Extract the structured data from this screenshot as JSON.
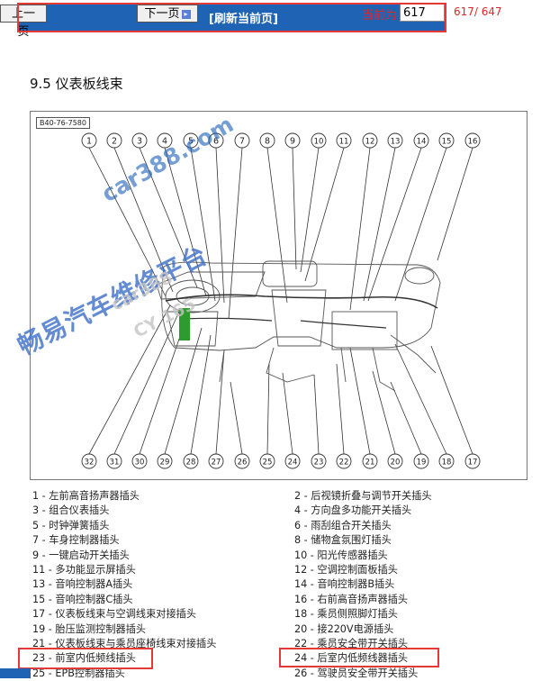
{
  "toolbar": {
    "prev_label": "上一页",
    "next_label": "下一页",
    "next_arrow": "▸",
    "refresh_label": "[刷新当前页]",
    "current_label": "当前为",
    "current_page": "617",
    "page_count": "617/ 647"
  },
  "section": {
    "title": "9.5  仪表板线束"
  },
  "diagram": {
    "code": "B40-76-7580",
    "top_callouts": [
      "1",
      "2",
      "3",
      "4",
      "5",
      "6",
      "7",
      "8",
      "9",
      "10",
      "11",
      "12",
      "13",
      "14",
      "15",
      "16"
    ],
    "bottom_callouts": [
      "32",
      "31",
      "30",
      "29",
      "28",
      "27",
      "26",
      "25",
      "24",
      "23",
      "22",
      "21",
      "20",
      "19",
      "18",
      "17"
    ]
  },
  "watermark": {
    "site": "car388.com",
    "platform": "畅易汽车维修平台",
    "faint1": "car388",
    "faint2": "CY 165"
  },
  "legend": [
    {
      "n": "1",
      "label": "左前高音扬声器插头"
    },
    {
      "n": "2",
      "label": "后视镜折叠与调节开关插头"
    },
    {
      "n": "3",
      "label": "组合仪表插头"
    },
    {
      "n": "4",
      "label": "方向盘多功能开关插头"
    },
    {
      "n": "5",
      "label": "时钟弹簧插头"
    },
    {
      "n": "6",
      "label": "雨刮组合开关插头"
    },
    {
      "n": "7",
      "label": "车身控制器插头"
    },
    {
      "n": "8",
      "label": "储物盒氛围灯插头"
    },
    {
      "n": "9",
      "label": "一键启动开关插头"
    },
    {
      "n": "10",
      "label": "阳光传感器插头"
    },
    {
      "n": "11",
      "label": "多功能显示屏插头"
    },
    {
      "n": "12",
      "label": "空调控制面板插头"
    },
    {
      "n": "13",
      "label": "音响控制器A插头"
    },
    {
      "n": "14",
      "label": "音响控制器B插头"
    },
    {
      "n": "15",
      "label": "音响控制器C插头"
    },
    {
      "n": "16",
      "label": "右前高音扬声器插头"
    },
    {
      "n": "17",
      "label": "仪表板线束与空调线束对接插头"
    },
    {
      "n": "18",
      "label": "乘员侧照脚灯插头"
    },
    {
      "n": "19",
      "label": "胎压监测控制器插头"
    },
    {
      "n": "20",
      "label": "接220V电源插头"
    },
    {
      "n": "21",
      "label": "仪表板线束与乘员座椅线束对接插头"
    },
    {
      "n": "22",
      "label": "乘员安全带开关插头"
    },
    {
      "n": "23",
      "label": "前室内低频线插头"
    },
    {
      "n": "24",
      "label": "后室内低频线器插头"
    },
    {
      "n": "25",
      "label": "EPB控制器插头"
    },
    {
      "n": "26",
      "label": "驾驶员安全带开关插头"
    }
  ]
}
